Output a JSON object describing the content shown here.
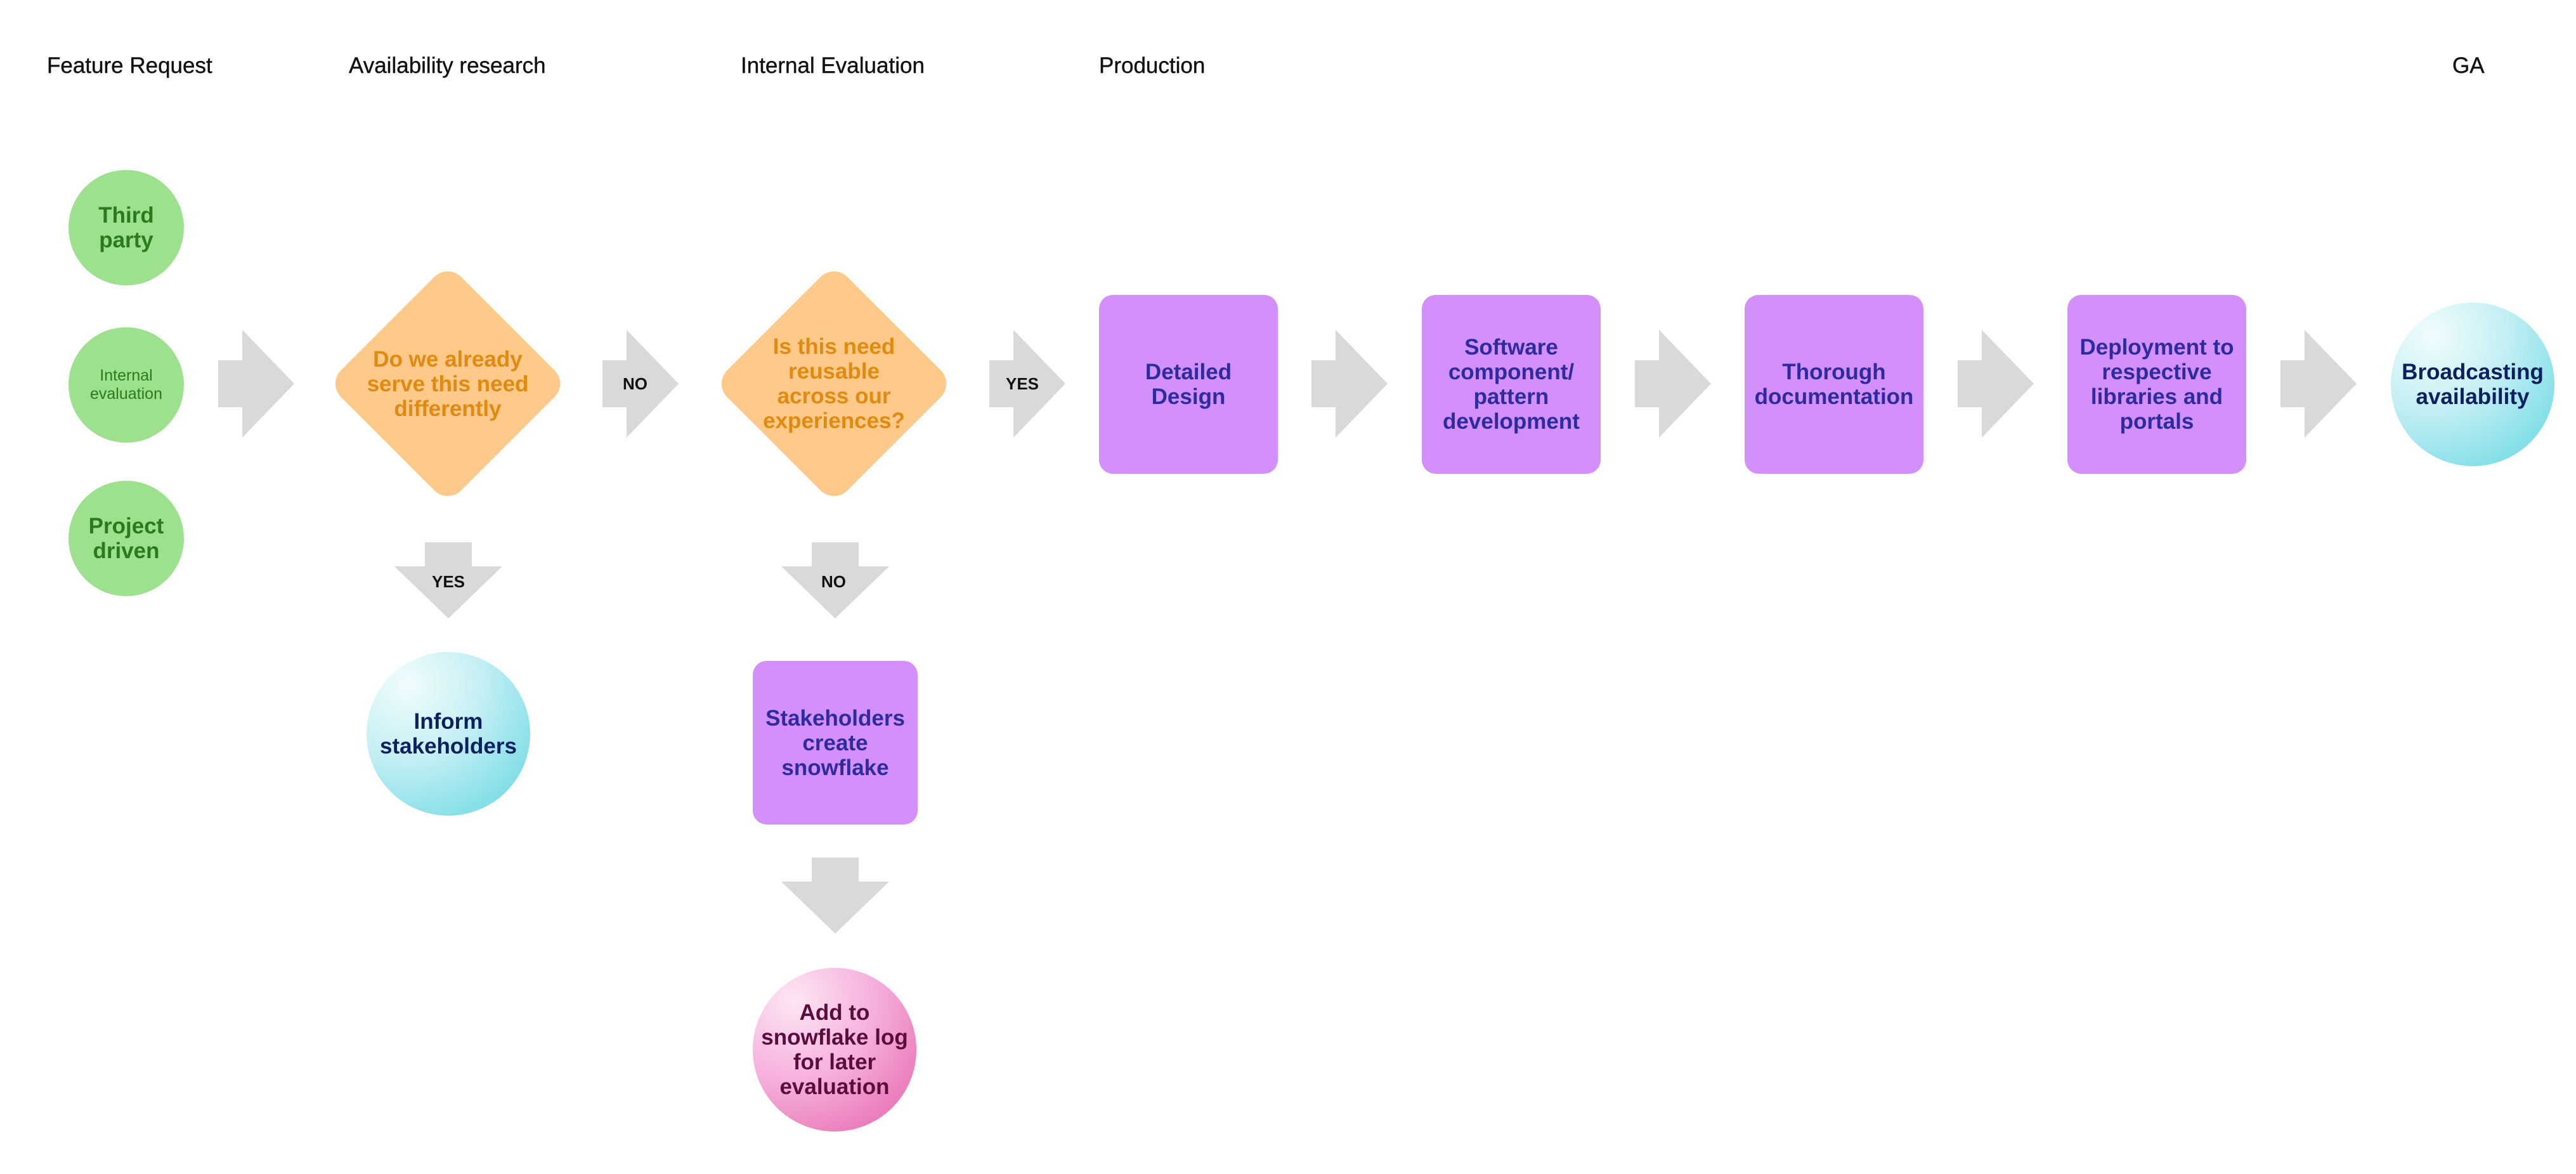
{
  "stages": [
    "Feature Request",
    "Availability research",
    "Internal Evaluation",
    "Production",
    "GA"
  ],
  "sources": [
    "Third\nparty",
    "Internal\nevaluation",
    "Project\ndriven"
  ],
  "decisions": {
    "availability": "Do we already\nserve this need\ndifferently",
    "reusable": "Is this need\nreusable\nacross our\nexperiences?"
  },
  "branches": {
    "availability_no": "NO",
    "availability_yes": "YES",
    "reusable_yes": "YES",
    "reusable_no": "NO"
  },
  "outcomes": {
    "inform": "Inform\nstakeholders",
    "snowflake": "Stakeholders\ncreate\nsnowflake",
    "snowflake_log": "Add to\nsnowflake log\nfor later\nevaluation",
    "broadcast": "Broadcasting\navailability"
  },
  "production_steps": [
    "Detailed\nDesign",
    "Software\ncomponent/\npattern\ndevelopment",
    "Thorough\ndocumentation",
    "Deployment to\nrespective\nlibraries and\nportals"
  ],
  "colors": {
    "source_fill": "#9de08e",
    "decision_fill": "#ffc98a",
    "process_fill": "#d490fa",
    "terminal_teal": "#62d6e2",
    "terminal_pink": "#e45fa8",
    "arrow_fill": "#d9d9d9"
  }
}
